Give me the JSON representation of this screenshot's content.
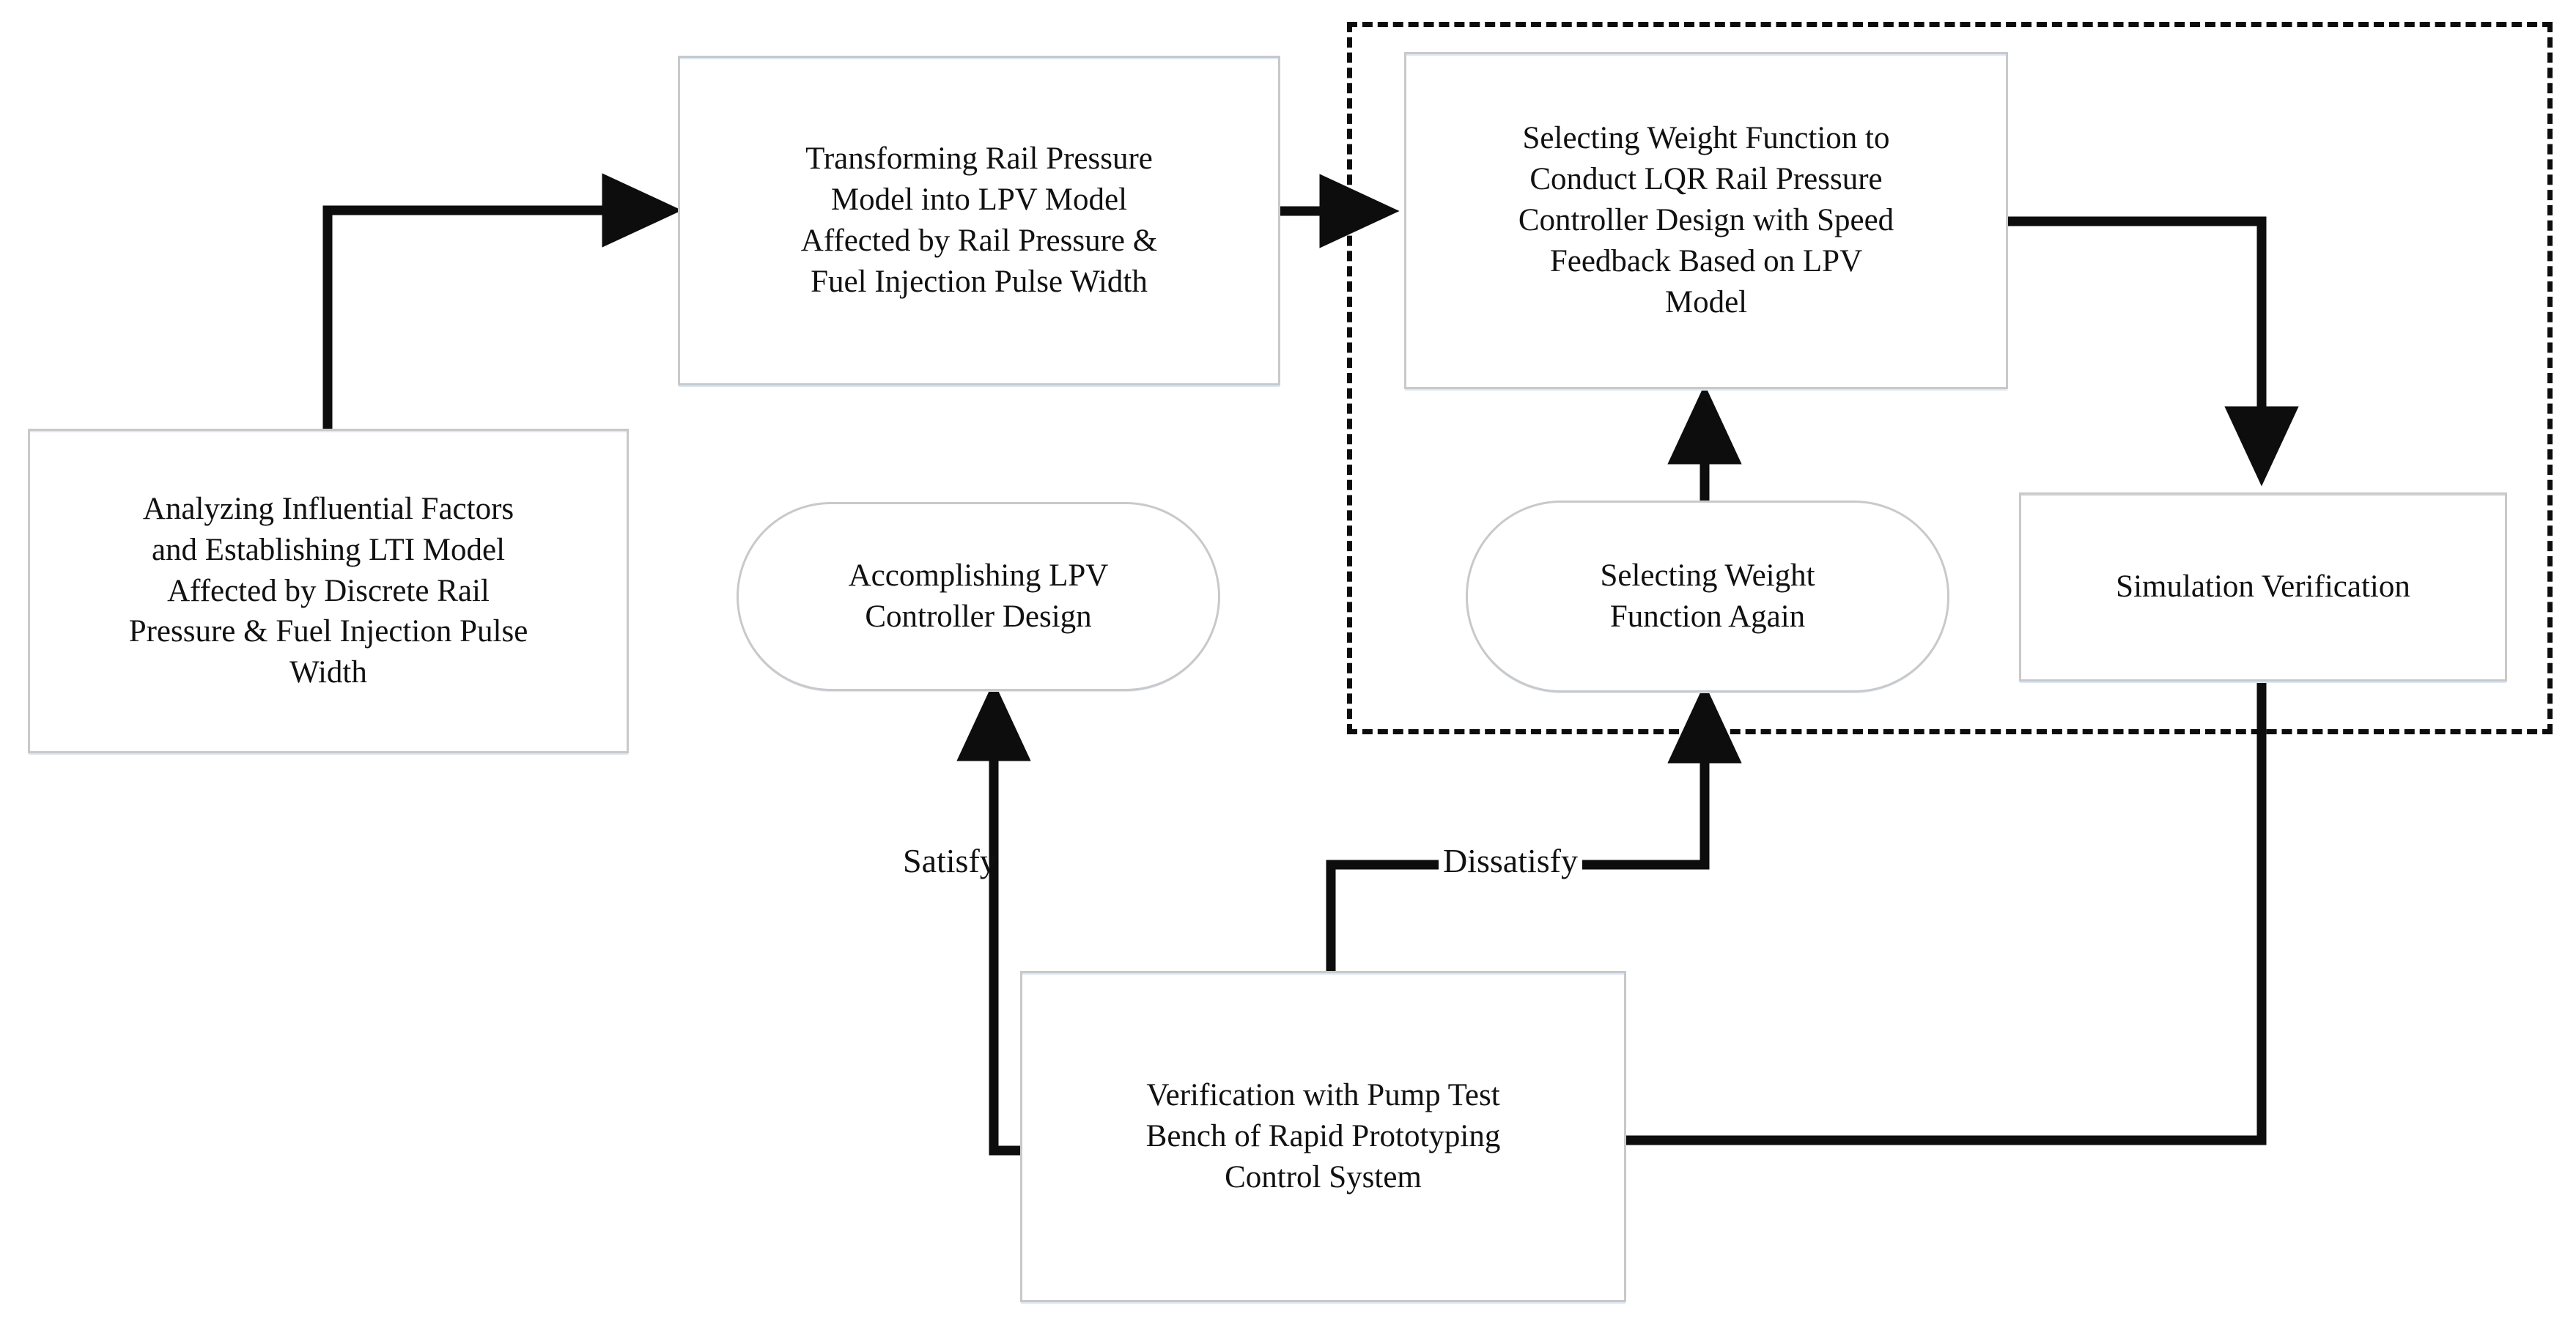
{
  "diagram": {
    "title": "LPV Rail Pressure Controller Design Flowchart",
    "colors": {
      "line": "#0d0d0d",
      "box_border": "#c9c9c9",
      "box_accent": "#dbe8f6",
      "text": "#111111",
      "background": "#ffffff"
    },
    "nodes": [
      {
        "id": "analyzing-lti-model",
        "shape": "rectangle",
        "label": "Analyzing Influential Factors\nand Establishing LTI Model\nAffected by Discrete Rail\nPressure & Fuel Injection Pulse\nWidth"
      },
      {
        "id": "transforming-lpv-model",
        "shape": "rectangle",
        "label": "Transforming Rail Pressure\nModel into LPV Model\nAffected by Rail Pressure &\nFuel Injection Pulse Width"
      },
      {
        "id": "selecting-weight-function-lqr",
        "shape": "rectangle",
        "label": "Selecting Weight Function to\nConduct LQR Rail Pressure\nController Design with Speed\nFeedback Based on LPV\nModel"
      },
      {
        "id": "accomplishing-lpv-controller-design",
        "shape": "rounded",
        "label": "Accomplishing LPV\nController Design"
      },
      {
        "id": "selecting-weight-function-again",
        "shape": "rounded",
        "label": "Selecting Weight\nFunction Again"
      },
      {
        "id": "simulation-verification",
        "shape": "rectangle",
        "label": "Simulation Verification"
      },
      {
        "id": "verification-pump-test-bench",
        "shape": "rectangle",
        "label": "Verification with Pump Test\nBench of Rapid Prototyping\nControl System"
      }
    ],
    "edge_labels": [
      {
        "id": "satisfy",
        "text": "Satisfy"
      },
      {
        "id": "dissatisfy",
        "text": "Dissatisfy"
      }
    ],
    "edges": [
      {
        "from": "analyzing-lti-model",
        "to": "transforming-lpv-model",
        "label": ""
      },
      {
        "from": "transforming-lpv-model",
        "to": "selecting-weight-function-lqr",
        "label": ""
      },
      {
        "from": "selecting-weight-function-lqr",
        "to": "simulation-verification",
        "label": ""
      },
      {
        "from": "simulation-verification",
        "to": "verification-pump-test-bench",
        "label": ""
      },
      {
        "from": "verification-pump-test-bench",
        "to": "accomplishing-lpv-controller-design",
        "label": "Satisfy"
      },
      {
        "from": "verification-pump-test-bench",
        "to": "selecting-weight-function-again",
        "label": "Dissatisfy"
      },
      {
        "from": "selecting-weight-function-again",
        "to": "selecting-weight-function-lqr",
        "label": ""
      }
    ]
  }
}
